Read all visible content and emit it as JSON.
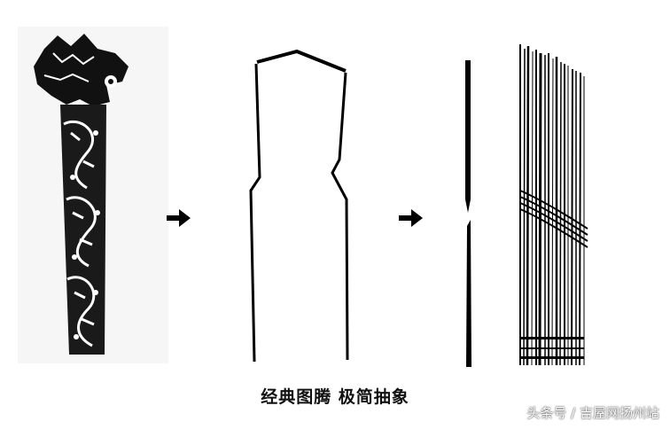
{
  "caption": "经典图腾 极简抽象",
  "watermark": "头条号 / 吉屋网扬州站",
  "colors": {
    "background": "#ffffff",
    "ink": "#000000",
    "panel": "#f2f2f2"
  },
  "icons": [
    "dragon-pillar-image",
    "arrow-right-icon",
    "abstract-outline-image",
    "arrow-right-icon",
    "vertical-lines-image"
  ]
}
